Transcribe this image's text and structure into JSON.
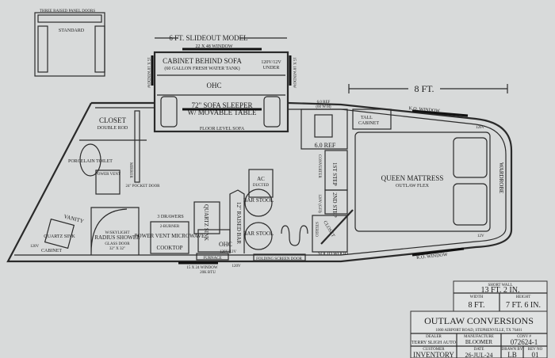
{
  "panel_doors": {
    "title": "THREE RAISED PANEL DOORS",
    "label": "STANDARD"
  },
  "slideout": {
    "title": "6 FT. SLIDEOUT MODEL",
    "top_window": "22 X 48 WINDOW",
    "side_window_left": "15 X 18 WINDOW",
    "side_window_right": "15 X 18 WINDOW",
    "cabinet": "CABINET BEHIND SOFA",
    "tank": "(60 GALLON FRESH WATER TANK)",
    "power": "120V/12V",
    "power_under": "UNDER",
    "ohc": "OHC",
    "sofa": "72\" SOFA SLEEPER",
    "table": "W/ MOVABLE TABLE",
    "floor_sofa": "FLOOR LEVEL SOFA"
  },
  "bedroom": {
    "dimension": "8 FT.",
    "window_top": "K.O. WINDOW",
    "window_bottom": "K.O. WINDOW",
    "tall_cabinet": [
      "TALL",
      "CABINET"
    ],
    "mattress": "QUEEN MATTRESS",
    "mattress_sub": "OUTLAW FLEX",
    "wardrobe": "WARDROBE",
    "outlet_120": "120V",
    "outlet_12": "12V"
  },
  "kitchen": {
    "ref_top": "6.0 REF",
    "ref_top_sub": "(60 W/H)",
    "ref": "6.0 REF",
    "step1": "1ST STEP",
    "step2": "2ND STEP",
    "converter": "CONVERTER",
    "gfi": "120V (GFI)",
    "closet": "CLOSET",
    "stereo": "STEREO",
    "solid_wood": "SOLID WOOD",
    "ac": "AC",
    "ac_sub": "DUCTED",
    "bar_stool_1": "BAR STOOL",
    "bar_stool_2": "BAR STOOL",
    "raised_bar": "12\" RAISED BAR",
    "folding_door": "FOLDING SCREEN DOOR",
    "sink": "QUARTZ SINK",
    "ohc": "OHC",
    "power_ohc": "120V/12V",
    "furnace": "FURNACE",
    "window": "15 X 24 WINDOW",
    "btu": "20K BTU",
    "outlet": "120V",
    "drawers": "3 DRAWERS",
    "burner": "2-BURNER",
    "microwave": "POWER VENT MICROWAVE",
    "cooktop": "COOKTOP"
  },
  "bath": {
    "closet": "CLOSET",
    "closet_sub": "DOUBLE ROD",
    "toilet": "PORCELAIN TOILET",
    "vent": "POWER VENT",
    "mirror": "MIRROR",
    "pocket_door": "24\" POCKET DOOR",
    "vanity": "VANITY",
    "sink": "QUARTZ SINK",
    "cabinet": "CABINET",
    "outlet": "120V",
    "skylight": "W/SKYLIGHT",
    "shower": "RADIUS SHOWER",
    "glass_door": "GLASS DOOR",
    "shower_size": "32\" X 32\""
  },
  "title_block": {
    "short_wall_label": "SHORT WALL",
    "short_wall": "13 FT. 2 IN.",
    "width_label": "WIDTH",
    "width": "8 FT.",
    "height_label": "HEIGHT",
    "height": "7 FT. 6 IN.",
    "company": "OUTLAW CONVERSIONS",
    "address": "1000 AIRPORT ROAD, STEPHENVILLE, TX 76401",
    "dealer_label": "DEALER",
    "dealer": "TERRY SLIGH AUTO",
    "manufacture_label": "MANUFACTURE",
    "manufacture": "BLOOMER",
    "conv_label": "CONV #",
    "conv": "072624-1",
    "customer_label": "CUSTOMER",
    "customer": "INVENTORY",
    "date_label": "DATE",
    "date": "26-JUL-24",
    "drawn_label": "DRAWN BY",
    "drawn": "LB",
    "rev_label": "REV NO",
    "rev": "01"
  }
}
